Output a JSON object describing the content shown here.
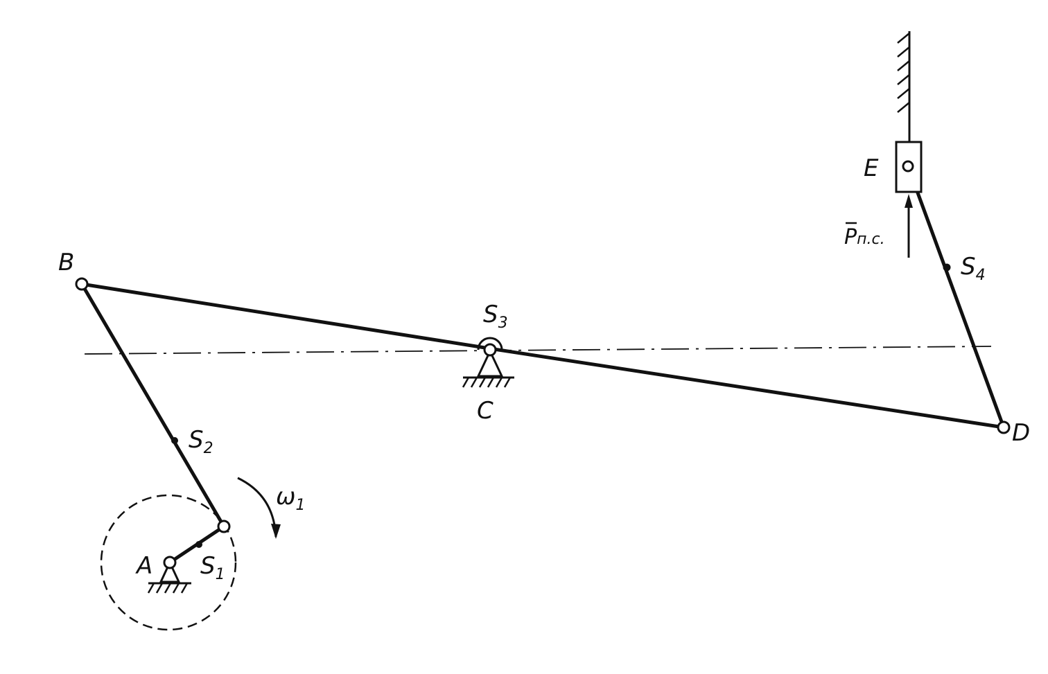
{
  "diagram": {
    "labels": {
      "A": "A",
      "B": "B",
      "C": "C",
      "D": "D",
      "E": "E",
      "S1": "S",
      "S1_sub": "1",
      "S2": "S",
      "S2_sub": "2",
      "S3": "S",
      "S3_sub": "3",
      "S4": "S",
      "S4_sub": "4",
      "omega": "ω",
      "omega_sub": "1",
      "force": "P",
      "force_sub": "п.с."
    },
    "colors": {
      "ink": "#111111",
      "paper": "#ffffff"
    }
  }
}
